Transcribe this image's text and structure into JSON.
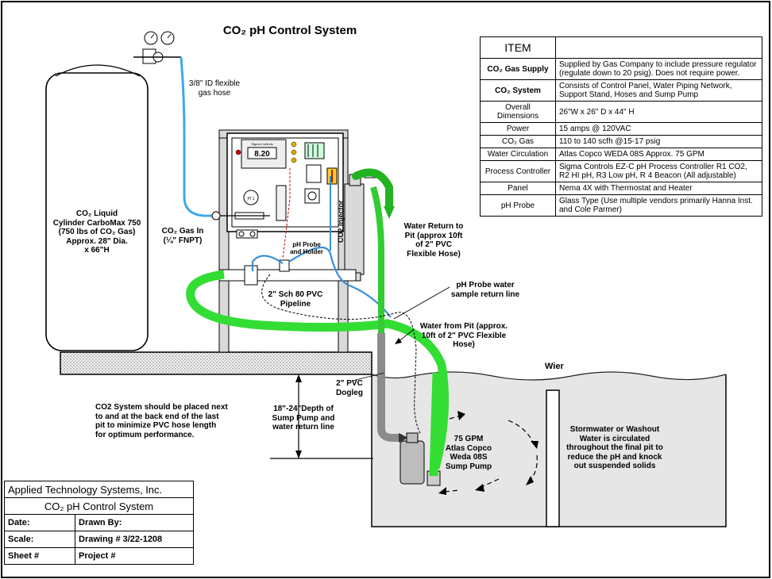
{
  "title": "CO₂ pH Control System",
  "spec_table": {
    "header": "ITEM",
    "rows": [
      {
        "key": "CO₂ Gas Supply",
        "bold": true,
        "value": "Supplied by Gas Company to include pressure regulator (regulate down to 20 psig). Does not require power."
      },
      {
        "key": "CO₂ System",
        "bold": true,
        "value": "Consists of Control Panel, Water Piping Network, Support Stand, Hoses and Sump Pump"
      },
      {
        "key": "Overall Dimensions",
        "bold": false,
        "value": "26\"W x 26\" D x 44\" H"
      },
      {
        "key": "Power",
        "bold": false,
        "value": "15 amps @ 120VAC"
      },
      {
        "key": "CO₂ Gas",
        "bold": false,
        "value": "110 to 140 scfh @15-17 psig"
      },
      {
        "key": "Water Circulation",
        "bold": false,
        "value": "Atlas Copco WEDA 08S Approx. 75 GPM"
      },
      {
        "key": "Process Controller",
        "bold": false,
        "value": "Sigma Controls EZ-C pH Process Controller R1 CO2, R2 HI pH, R3 Low pH, R 4 Beacon (All adjustable)"
      },
      {
        "key": "Panel",
        "bold": false,
        "value": "Nema 4X with Thermostat and Heater"
      },
      {
        "key": "pH Probe",
        "bold": false,
        "value": "Glass Type (Use multiple vendors primarily Hanna Inst. and Cole Parmer)"
      }
    ]
  },
  "labels": {
    "gas_hose": "3/8\" ID flexible\ngas hose",
    "cylinder": "CO₂ Liquid\nCylinder CarboMax 750\n(750 lbs of CO₂ Gas)\nApprox. 28\" Dia.\nx 66\"H",
    "gas_in": "CO₂ Gas In\n(¼\" FNPT)",
    "ph_probe_holder": "pH Probe\nand Holder",
    "injector": "CO2 Injector",
    "water_return": "Water Return to\nPit (approx 10ft\nof 2\" PVC\nFlexible Hose)",
    "ph_sample": "pH Probe water\nsample return line",
    "pipeline": "2\" Sch 80 PVC\nPipeline",
    "water_from_pit": "Water from  Pit (approx.\n10ft of 2\" PVC Flexible\nHose)",
    "dogleg": "2\" PVC\nDogleg",
    "wier": "Wier",
    "depth": "18\"-24\"Depth of\nSump Pump and\nwater return line",
    "placement_note": "CO2 System should be placed next\nto and at the back end of the last\npit to minimize PVC hose length\nfor optimum performance.",
    "pump": "75 GPM\nAtlas Copco\nWeda 08S\nSump Pump",
    "stormwater": "Stormwater or Washout\nWater is circulated\nthroughout the final pit to\nreduce the pH and knock\nout suspended solids",
    "controller_display": "8.20",
    "controller_brand": "Sigma Controls",
    "pi_gauge": "PI 1"
  },
  "title_block": {
    "company": "Applied Technology Systems, Inc.",
    "project_title": "CO₂ pH Control System",
    "date_label": "Date:",
    "drawn_by_label": "Drawn By:",
    "scale_label": "Scale:",
    "drawing_label": "Drawing #  3/22-1208",
    "sheet_label": "Sheet #",
    "project_label": "Project #"
  },
  "colors": {
    "green_hose": "#33cc33",
    "blue_line": "#3a8fd9",
    "gas_line": "#3fa9e8",
    "water": "#e8e8e8",
    "ground": "#d8d8d8"
  }
}
